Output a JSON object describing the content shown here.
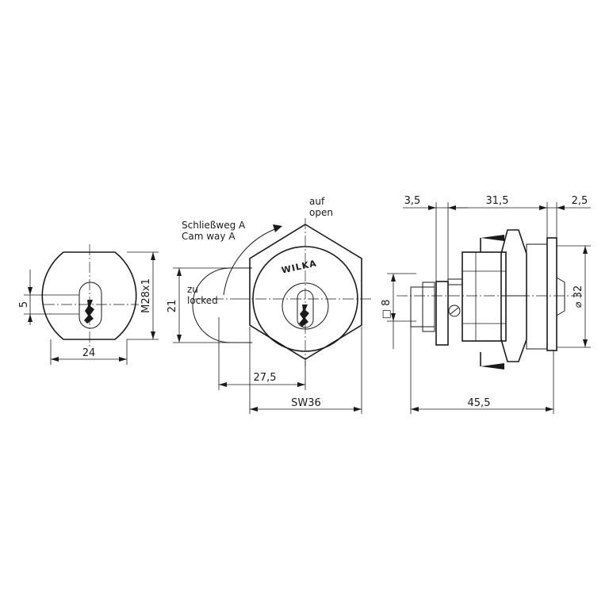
{
  "front_view": {
    "dim_height": "5",
    "dim_width": "24",
    "dim_thread": "M28x1"
  },
  "face_view": {
    "cam_way_de": "Schließweg A",
    "cam_way_en": "Cam way A",
    "open_de": "auf",
    "open_en": "open",
    "locked_de": "zu",
    "locked_en": "locked",
    "brand": "WILKA",
    "dim_height": "21",
    "dim_offset": "27,5",
    "dim_hex": "SW36"
  },
  "side_view": {
    "dim_a": "3,5",
    "dim_b": "31,5",
    "dim_c": "2,5",
    "dim_square": "□ 8",
    "dim_diameter": "⌀ 32",
    "dim_length": "45,5"
  }
}
